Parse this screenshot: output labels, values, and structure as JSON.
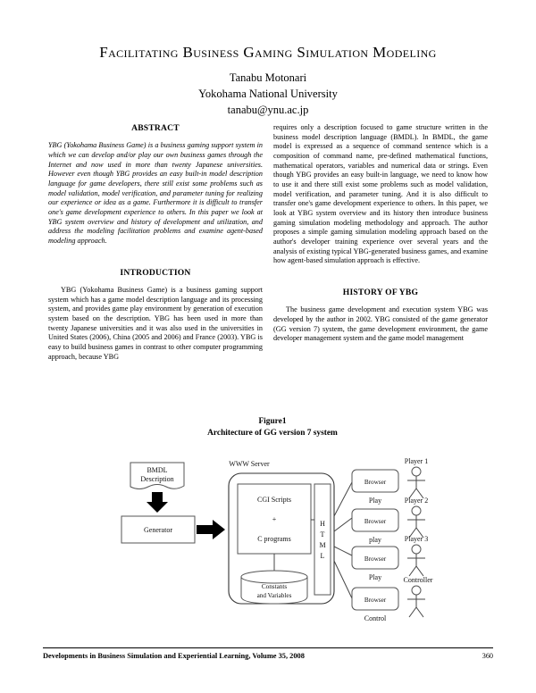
{
  "paper": {
    "title": "Facilitating Business Gaming Simulation Modeling",
    "author": "Tanabu Motonari",
    "affiliation": "Yokohama National University",
    "email": "tanabu@ynu.ac.jp"
  },
  "sections": {
    "abstract_heading": "ABSTRACT",
    "abstract_text": "YBG (Yokohama Business Game) is a business gaming support system in which we can develop and/or play our own business games through the Internet and now used in more than twenty Japanese universities. However even though YBG provides an easy built-in model description language for game developers, there still exist some problems such as model validation, model verification, and parameter tuning for realizing our experience or idea as a game. Furthermore it is difficult to transfer one's game development experience to others. In this paper we look at YBG system overview and history of development and utilization, and address the modeling facilitation problems and examine agent-based modeling approach.",
    "introduction_heading": "INTRODUCTION",
    "introduction_text": "YBG (Yokohama Business Game) is a business gaming support system which has a game model description language and its processing system, and provides game play environment by generation of execution system based on the description. YBG has been used in more than twenty Japanese universities and it was also used in the universities in United States (2006), China (2005 and 2006) and France (2003). YBG is easy to build business games in contrast to other computer programming approach, because YBG",
    "intro_continued_text": "requires only a description focused to game structure written in the business model description language (BMDL). In BMDL, the game model is expressed as a sequence of command sentence which is a composition of command name, pre-defined mathematical functions, mathematical operators, variables and numerical data or strings. Even though YBG provides an easy built-in language, we need to know how to use it and there still exist some problems such as model validation, model verification, and parameter tuning. And it is also difficult to transfer one's game development experience to others. In this paper, we look at YBG system overview and its history then introduce business gaming simulation modeling methodology and approach. The author proposes a simple gaming simulation modeling approach based on the author's developer training experience over several years and the analysis of existing typical YBG-generated business games, and examine how agent-based simulation approach is effective.",
    "history_heading": "HISTORY OF YBG",
    "history_text": "The business game development and execution system YBG was developed by the author in 2002. YBG consisted of the game generator (GG version 7) system, the game development environment, the game developer management system and the game model management"
  },
  "figure": {
    "caption_line1": "Figure1",
    "caption_line2": "Architecture of GG version 7 system",
    "nodes": {
      "bmdl_line1": "BMDL",
      "bmdl_line2": "Description",
      "generator": "Generator",
      "www_server": "WWW Server",
      "cgi_scripts": "CGI Scripts",
      "plus": "+",
      "c_programs": "C programs",
      "constants_line1": "Constants",
      "constants_line2": "and Variables",
      "html_letters": [
        "H",
        "T",
        "M",
        "L"
      ],
      "browser1": "Browser",
      "browser2": "Browser",
      "browser3": "Browser",
      "browser4": "Browser",
      "browser1_label": "Play",
      "browser2_label": "play",
      "browser3_label": "Play",
      "browser4_label": "Control",
      "player1": "Player 1",
      "player2": "Player 2",
      "player3": "Player 3",
      "controller": "Controller"
    }
  },
  "footer": {
    "journal": "Developments in Business Simulation and Experiential Learning, Volume 35, 2008",
    "page_number": "360"
  }
}
